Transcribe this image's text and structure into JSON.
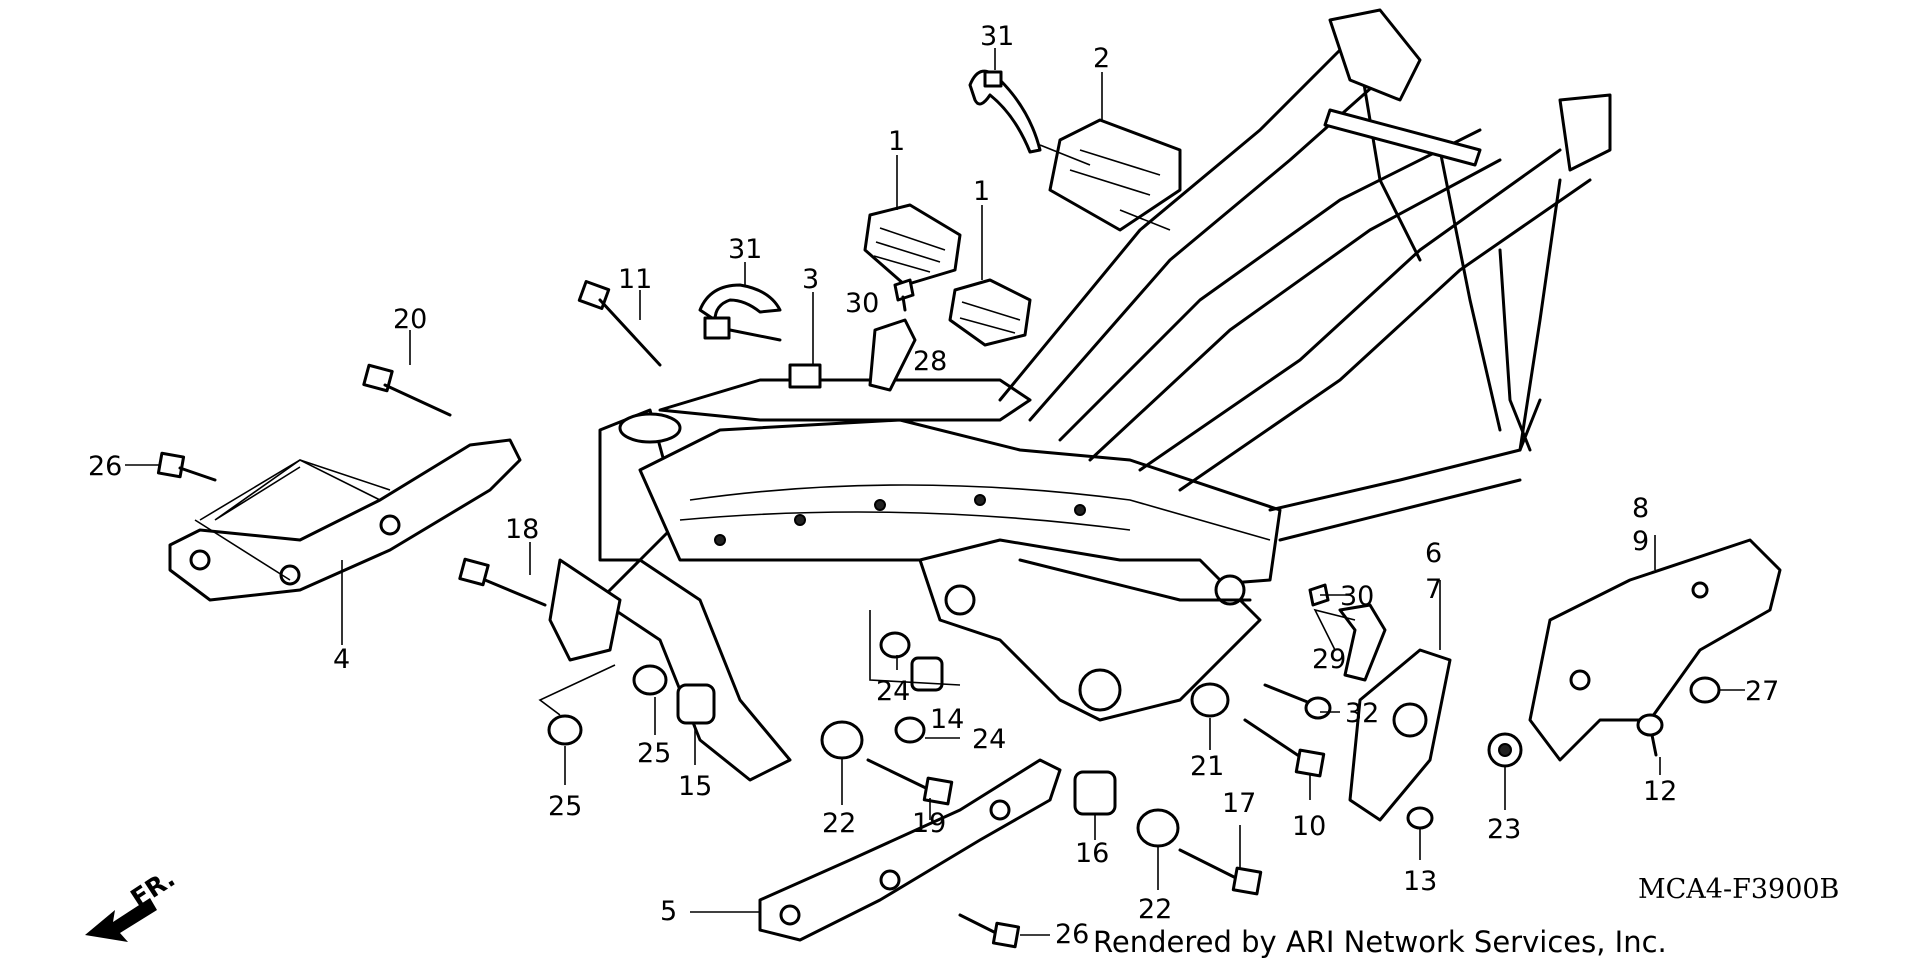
{
  "diagram": {
    "callouts": [
      "31",
      "2",
      "1",
      "1",
      "31",
      "3",
      "30",
      "28",
      "11",
      "20",
      "26",
      "18",
      "4",
      "8",
      "9",
      "6",
      "7",
      "30",
      "29",
      "27",
      "12",
      "24",
      "14",
      "24",
      "32",
      "21",
      "10",
      "25",
      "15",
      "25",
      "22",
      "19",
      "16",
      "22",
      "17",
      "13",
      "23",
      "5",
      "26"
    ],
    "diagram_code": "MCA4-F3900B",
    "credit": "Rendered by ARI Network Services, Inc.",
    "front_label": "FR."
  }
}
